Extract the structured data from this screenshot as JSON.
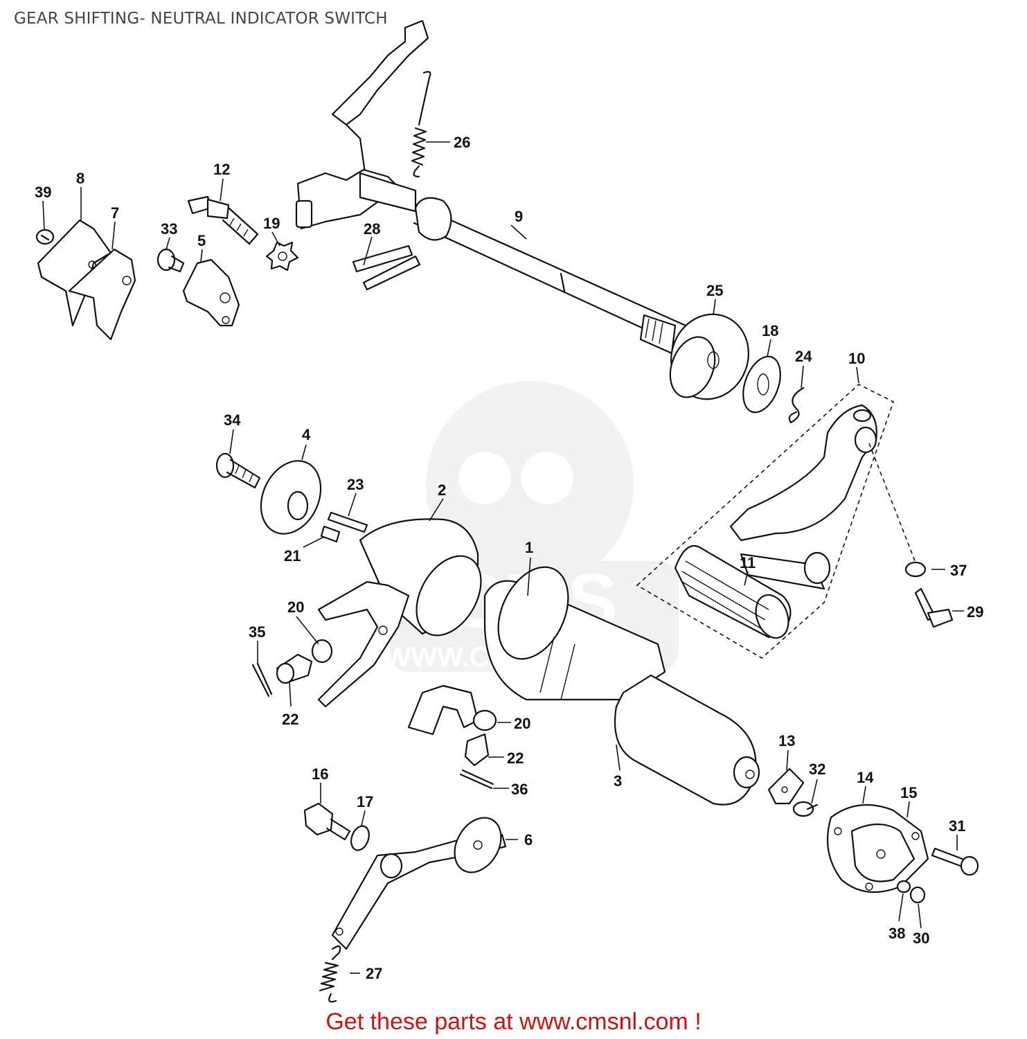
{
  "title": "GEAR SHIFTING- NEUTRAL INDICATOR SWITCH",
  "watermark": {
    "brand": "CMS",
    "url": "WWW.CMSNL.COM"
  },
  "footer": {
    "text": "Get these parts at www.cmsnl.com !"
  },
  "callouts": [
    "1",
    "2",
    "3",
    "4",
    "5",
    "6",
    "7",
    "8",
    "9",
    "10",
    "11",
    "12",
    "13",
    "14",
    "15",
    "16",
    "17",
    "18",
    "19",
    "20",
    "20",
    "21",
    "22",
    "22",
    "23",
    "24",
    "25",
    "26",
    "27",
    "28",
    "29",
    "30",
    "31",
    "32",
    "33",
    "34",
    "35",
    "36",
    "37",
    "38",
    "39"
  ],
  "colors": {
    "line": "#111111",
    "title": "#444444",
    "footer": "#cc1111",
    "watermark": "#888888"
  }
}
